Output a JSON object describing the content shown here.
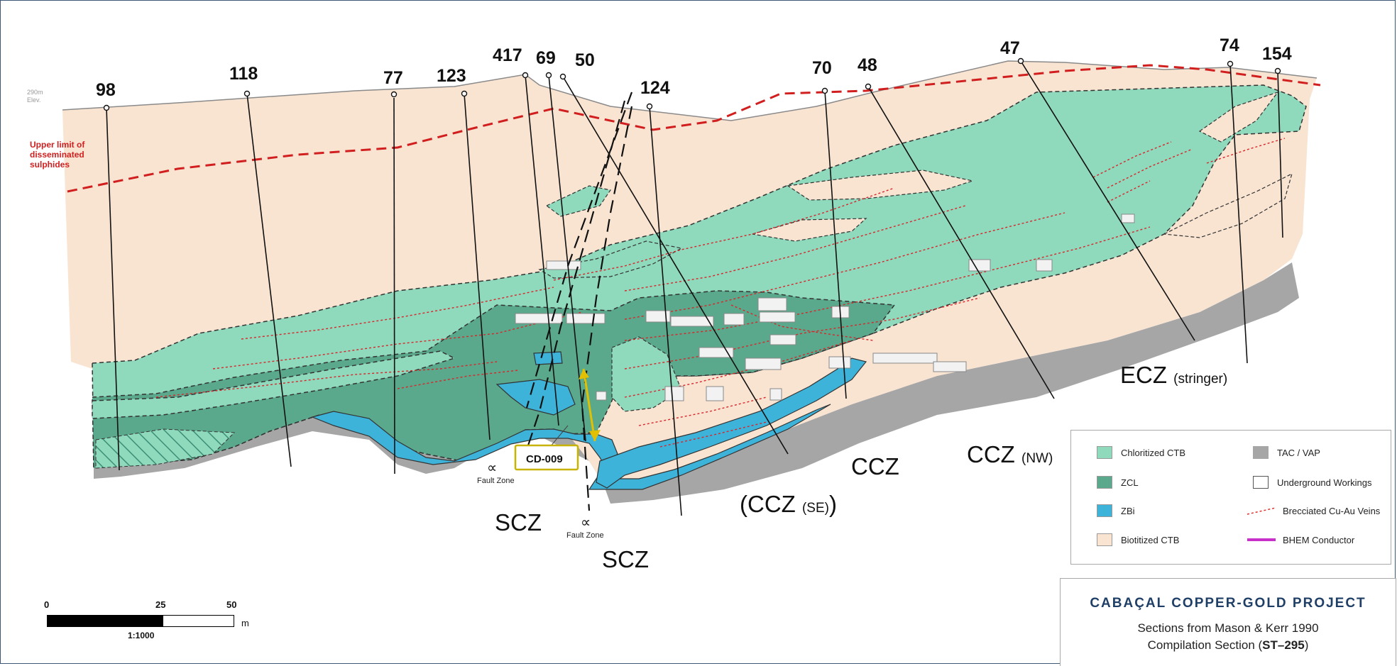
{
  "drill_holes": [
    "98",
    "118",
    "77",
    "123",
    "417",
    "69",
    "50",
    "124",
    "70",
    "48",
    "47",
    "74",
    "154"
  ],
  "elevation_label": [
    "290m",
    "Elev."
  ],
  "upper_limit_note": [
    "Upper limit of",
    "disseminated",
    "sulphides"
  ],
  "zones": {
    "scz_1": "SCZ",
    "scz_2": "SCZ",
    "ccz": "CCZ",
    "ccz_se_main": "(CCZ ",
    "ccz_se_sub": "(SE)",
    "ccz_se_close": ")",
    "ccz_nw_main": "CCZ ",
    "ccz_nw_sub": "(NW)",
    "ecz_main": "ECZ ",
    "ecz_sub": "(stringer)"
  },
  "fault_zone": "Fault Zone",
  "drill_callout": "CD-009",
  "legend": [
    {
      "label": "Chloritized CTB",
      "color": "#8fd9bd"
    },
    {
      "label": "TAC / VAP",
      "color": "#a6a6a6"
    },
    {
      "label": "ZCL",
      "color": "#5ba98c"
    },
    {
      "label": "Underground Workings",
      "color": "#ffffff"
    },
    {
      "label": "ZBi",
      "color": "#3db3d9"
    },
    {
      "label": "Brecciated Cu-Au Veins",
      "color": "#e0302f"
    },
    {
      "label": "Biotitized CTB",
      "color": "#f9e4d2"
    },
    {
      "label": "BHEM Conductor",
      "color": "#c930c9"
    }
  ],
  "title": {
    "main": "CABAÇAL COPPER-GOLD PROJECT",
    "sub1": "Sections from Mason & Kerr 1990",
    "sub2_pre": "Compilation Section (",
    "sub2_bold": "ST–295",
    "sub2_post": ")"
  },
  "scale": {
    "ticks": [
      "0",
      "25",
      "50"
    ],
    "unit": "m",
    "ratio": "1:1000"
  }
}
